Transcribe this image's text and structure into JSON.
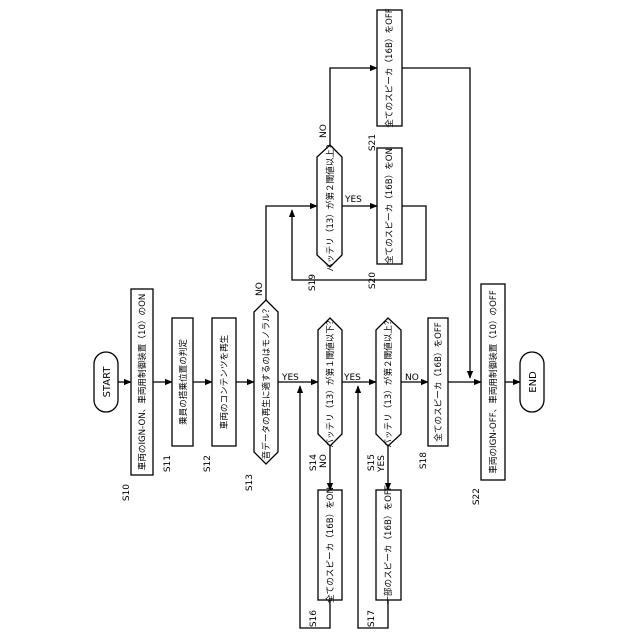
{
  "terminals": {
    "start": "START",
    "end": "END"
  },
  "steps": {
    "S10": "車両のIGN-ON、車両用制御装置（10）のON",
    "S11": "乗員の搭乗位置の判定",
    "S12": "車両のコンテンツを再生",
    "S13": "音データの再生に適するのはモノラル？",
    "S14": "バッテリ（13）が第１閾値以下？",
    "S15": "バッテリ（13）が第２閾値以上？",
    "S16": "全てのスピーカ（16B）をON",
    "S17": "一部のスピーカ（16B）をOFF",
    "S18": "全てのスピーカ（16B）をOFF",
    "S19": "バッテリ（13）が第２閾値以上？",
    "S20": "全てのスピーカ（16B）をON",
    "S21": "全てのスピーカ（16B）をOFF",
    "S22": "車両のIGN-OFF、車両用制御装置（10）のOFF"
  },
  "step_labels": {
    "S10": "S10",
    "S11": "S11",
    "S12": "S12",
    "S13": "S13",
    "S14": "S14",
    "S15": "S15",
    "S16": "S16",
    "S17": "S17",
    "S18": "S18",
    "S19": "S19",
    "S20": "S20",
    "S21": "S21",
    "S22": "S22"
  },
  "branch_labels": {
    "s13_yes": "YES",
    "s13_no": "NO",
    "s14_yes": "YES",
    "s14_no": "NO",
    "s15_yes": "YES",
    "s15_no": "NO",
    "s19_yes": "YES",
    "s19_no": "NO"
  }
}
